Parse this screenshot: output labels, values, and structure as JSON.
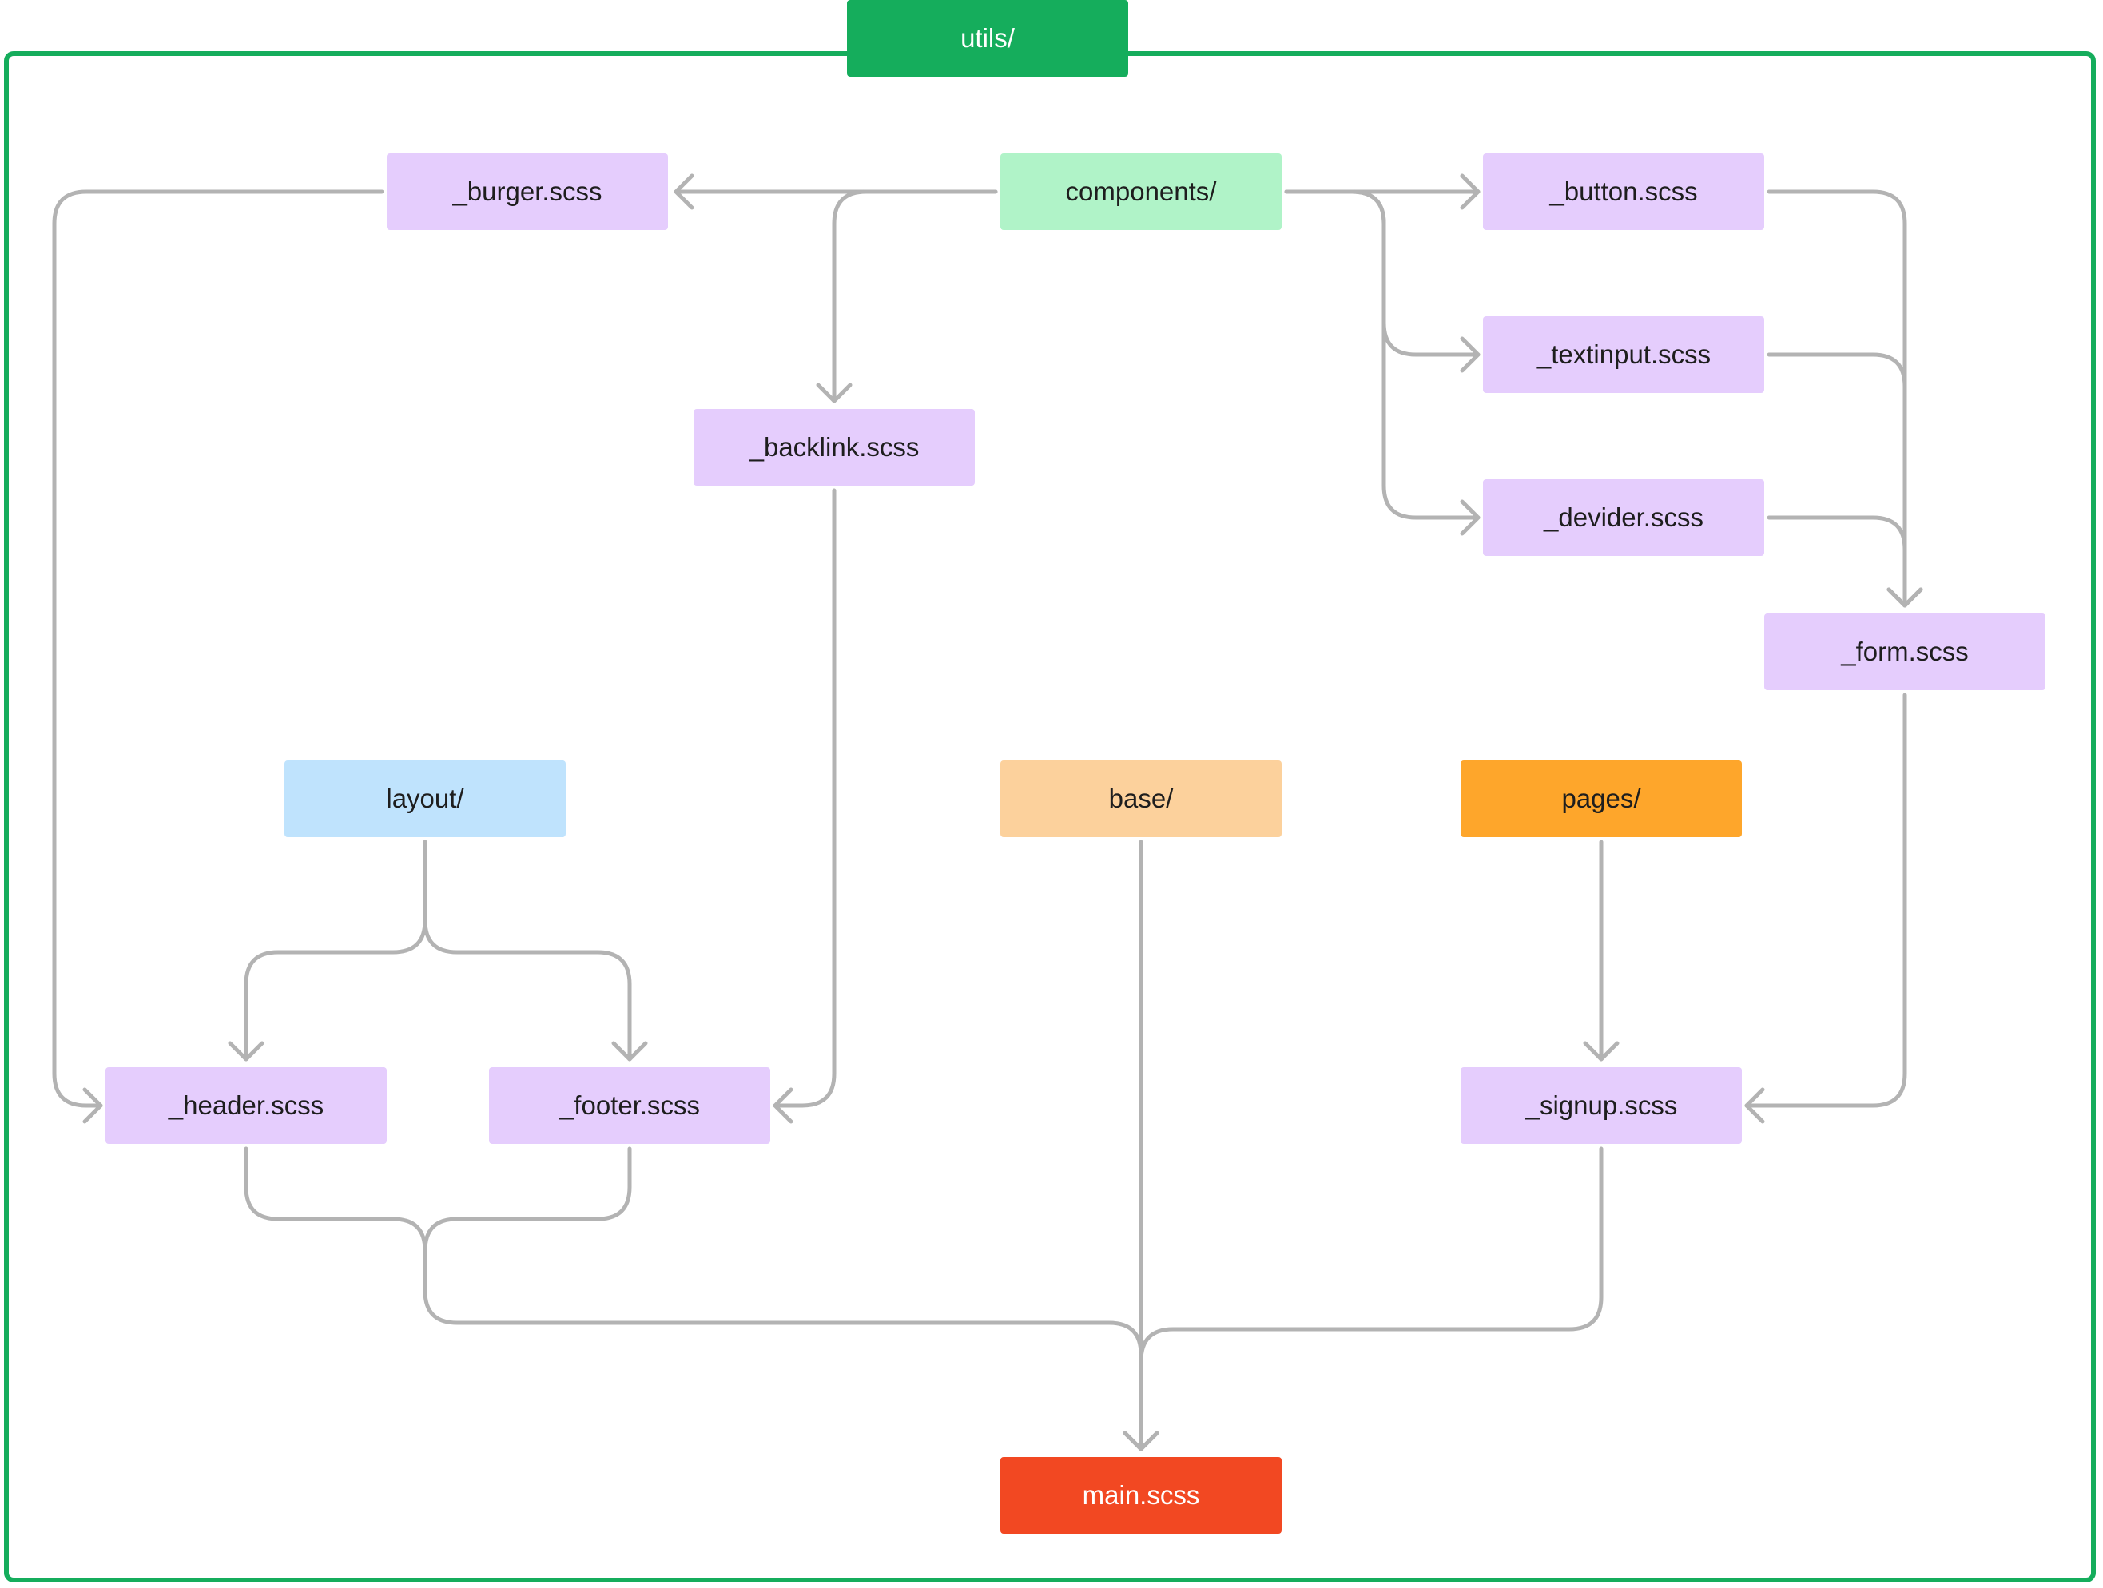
{
  "frame": {
    "label": "utils/",
    "color": "#15ad5c"
  },
  "edge_color": "#b3b3b3",
  "nodes": [
    {
      "id": "components",
      "label": "components/",
      "color": "#b0f3c8",
      "text_color": "#1e1e1e"
    },
    {
      "id": "burger",
      "label": "_burger.scss",
      "color": "#e5cdfd",
      "text_color": "#1e1e1e"
    },
    {
      "id": "button",
      "label": "_button.scss",
      "color": "#e5cdfd",
      "text_color": "#1e1e1e"
    },
    {
      "id": "textinput",
      "label": "_textinput.scss",
      "color": "#e5cdfd",
      "text_color": "#1e1e1e"
    },
    {
      "id": "devider",
      "label": "_devider.scss",
      "color": "#e5cdfd",
      "text_color": "#1e1e1e"
    },
    {
      "id": "backlink",
      "label": "_backlink.scss",
      "color": "#e5cdfd",
      "text_color": "#1e1e1e"
    },
    {
      "id": "form",
      "label": "_form.scss",
      "color": "#e5cdfd",
      "text_color": "#1e1e1e"
    },
    {
      "id": "layout",
      "label": "layout/",
      "color": "#bfe3fd",
      "text_color": "#1e1e1e"
    },
    {
      "id": "base",
      "label": "base/",
      "color": "#fcd19c",
      "text_color": "#1e1e1e"
    },
    {
      "id": "pages",
      "label": "pages/",
      "color": "#fea62b",
      "text_color": "#1e1e1e"
    },
    {
      "id": "header",
      "label": "_header.scss",
      "color": "#e5cdfd",
      "text_color": "#1e1e1e"
    },
    {
      "id": "footer",
      "label": "_footer.scss",
      "color": "#e5cdfd",
      "text_color": "#1e1e1e"
    },
    {
      "id": "signup",
      "label": "_signup.scss",
      "color": "#e5cdfd",
      "text_color": "#1e1e1e"
    },
    {
      "id": "main",
      "label": "main.scss",
      "color": "#f24822",
      "text_color": "#ffffff"
    }
  ],
  "edges": [
    {
      "from": "components",
      "to": "burger"
    },
    {
      "from": "components",
      "to": "backlink"
    },
    {
      "from": "components",
      "to": "button"
    },
    {
      "from": "components",
      "to": "textinput"
    },
    {
      "from": "components",
      "to": "devider"
    },
    {
      "from": "button",
      "to": "form"
    },
    {
      "from": "textinput",
      "to": "form"
    },
    {
      "from": "devider",
      "to": "form"
    },
    {
      "from": "burger",
      "to": "header"
    },
    {
      "from": "backlink",
      "to": "footer"
    },
    {
      "from": "layout",
      "to": "header"
    },
    {
      "from": "layout",
      "to": "footer"
    },
    {
      "from": "form",
      "to": "signup"
    },
    {
      "from": "pages",
      "to": "signup"
    },
    {
      "from": "header",
      "to": "main"
    },
    {
      "from": "footer",
      "to": "main"
    },
    {
      "from": "base",
      "to": "main"
    },
    {
      "from": "signup",
      "to": "main"
    }
  ]
}
